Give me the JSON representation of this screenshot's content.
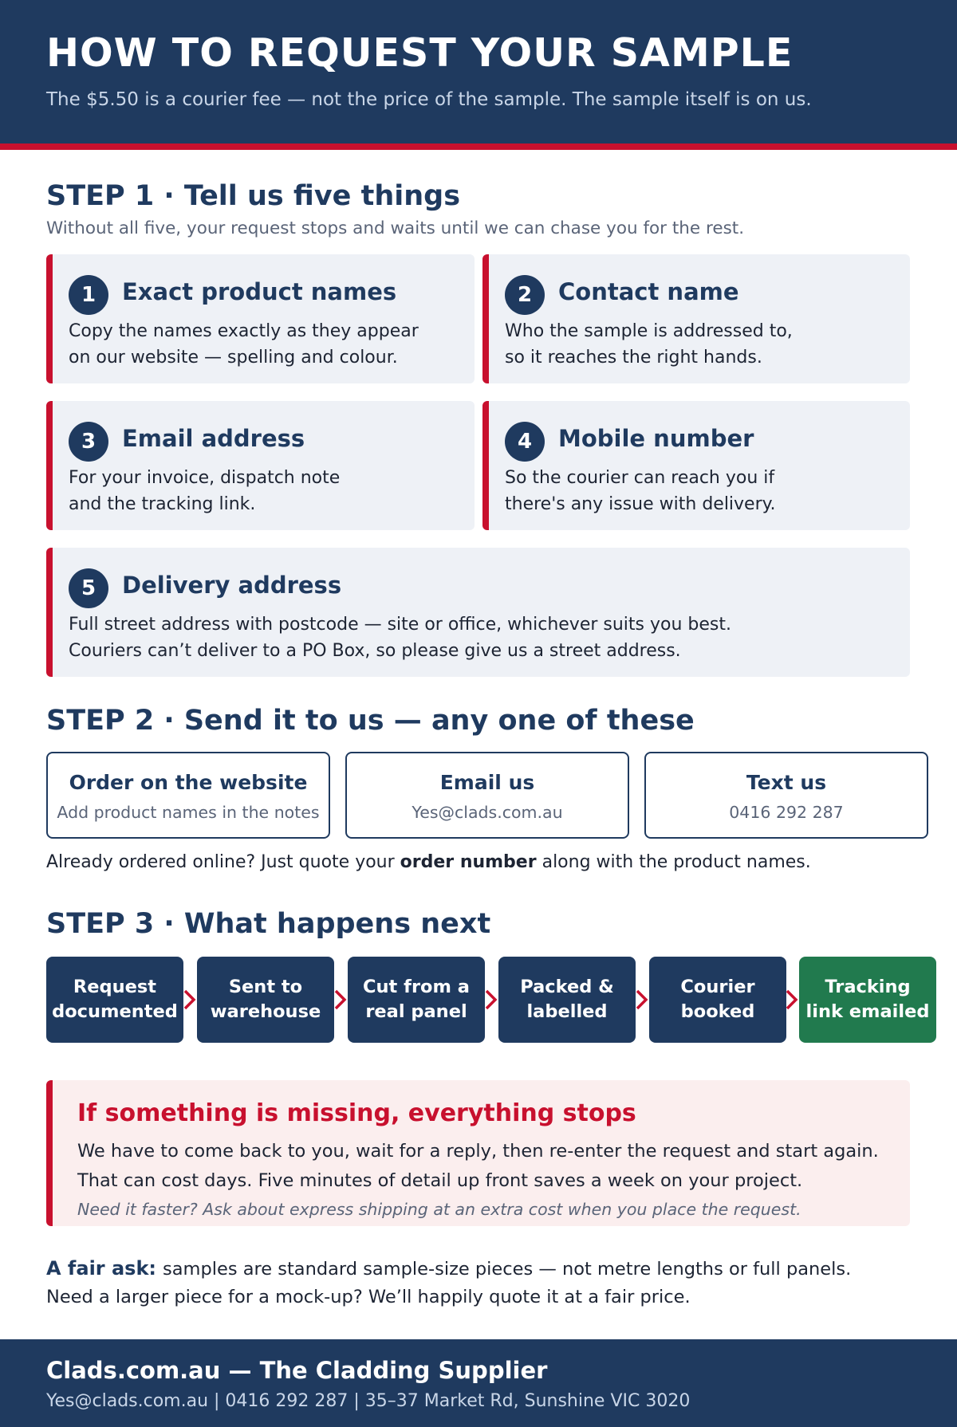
{
  "header": {
    "title": "HOW TO REQUEST YOUR SAMPLE",
    "subtitle": "The $5.50 is a courier fee — not the price of the sample. The sample itself is on us."
  },
  "step1": {
    "title": "STEP 1 · Tell us five things",
    "subtitle": "Without all five, your request stops and waits until we can chase you for the rest.",
    "items": [
      {
        "number": "1",
        "title": "Exact product names",
        "line1": "Copy the names exactly as they appear",
        "line2": "on our website — spelling and colour."
      },
      {
        "number": "2",
        "title": "Contact name",
        "line1": "Who the sample is addressed to,",
        "line2": "so it reaches the right hands."
      },
      {
        "number": "3",
        "title": "Email address",
        "line1": "For your invoice, dispatch note",
        "line2": "and the tracking link."
      },
      {
        "number": "4",
        "title": "Mobile number",
        "line1": "So the courier can reach you if",
        "line2": "there's any issue with delivery."
      },
      {
        "number": "5",
        "title": "Delivery address",
        "line1": "Full street address with postcode — site or office, whichever suits you best.",
        "line2": "Couriers can’t deliver to a PO Box, so please give us a street address."
      }
    ]
  },
  "step2": {
    "title": "STEP 2 · Send it to us — any one of these",
    "options": [
      {
        "label": "Order on the website",
        "detail": "Add product names in the notes"
      },
      {
        "label": "Email us",
        "detail": "Yes@clads.com.au"
      },
      {
        "label": "Text us",
        "detail": "0416 292 287"
      }
    ],
    "note_before": "Already ordered online? Just quote your ",
    "note_bold": "order number",
    "note_after": " along with the product names."
  },
  "step3": {
    "title": "STEP 3 · What happens next",
    "flow": [
      "Request\ndocumented",
      "Sent to\nwarehouse",
      "Cut from a\nreal panel",
      "Packed &\nlabelled",
      "Courier\nbooked",
      "Tracking\nlink emailed"
    ]
  },
  "warning": {
    "title": "If something is missing, everything stops",
    "line1": "We have to come back to you, wait for a reply, then re-enter the request and start again.",
    "line2": "That can cost days. Five minutes of detail up front saves a week on your project.",
    "note": "Need it faster? Ask about express shipping at an extra cost when you place the request."
  },
  "fair_ask": {
    "label": "A fair ask:",
    "line1": "samples are standard sample-size pieces — not metre lengths or full panels.",
    "line2": "Need a larger piece for a mock-up? We’ll happily quote it at a fair price."
  },
  "footer": {
    "title": "Clads.com.au — The Cladding Supplier",
    "contact": "Yes@clads.com.au | 0416 292 287 | 35–37 Market Rd, Sunshine VIC 3020"
  },
  "colors": {
    "navy": "#1f3a5f",
    "red": "#c8102e",
    "green": "#217a4e",
    "card_bg": "#eef1f6",
    "warning_bg": "#fbeeee"
  }
}
